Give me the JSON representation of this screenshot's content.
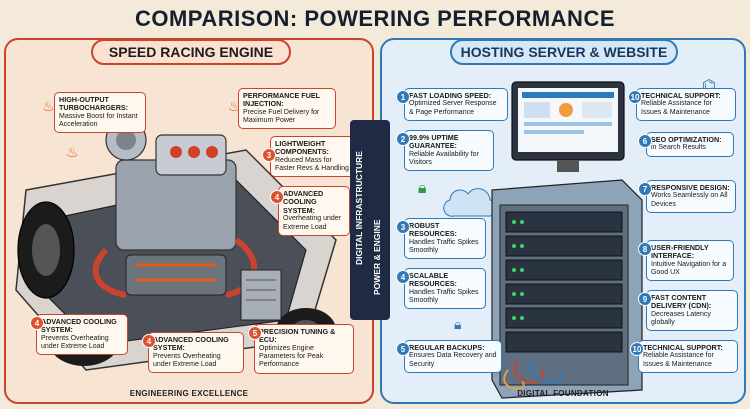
{
  "title": "COMPARISON: POWERING PERFORMANCE",
  "left": {
    "header": "SPEED RACING ENGINE",
    "footer": "ENGINEERING EXCELLENCE",
    "callouts": [
      {
        "badge": "",
        "title": "HIGH-OUTPUT TURBOCHARGERS:",
        "desc": "Massive Boost for Instant Acceleration"
      },
      {
        "badge": "",
        "title": "PERFORMANCE FUEL INJECTION:",
        "desc": "Precise Fuel Delivery for Maximum Power"
      },
      {
        "badge": "3",
        "title": "LIGHTWEIGHT COMPONENTS:",
        "desc": "Reduced Mass for Faster Revs & Handling"
      },
      {
        "badge": "4",
        "title": "ADVANCED COOLING SYSTEM:",
        "desc": "Overheating under Extreme Load"
      },
      {
        "badge": "4",
        "title": "ADVANCED COOLING SYSTEM:",
        "desc": "Prevents Overheating under Extreme Load"
      },
      {
        "badge": "4",
        "title": "ADVANCED COOLING SYSTEM:",
        "desc": "Prevents Overheating under Extreme Load"
      },
      {
        "badge": "5",
        "title": "PRECISION TUNING & ECU:",
        "desc": "Optimizes Engine Parameters for Peak Performance"
      }
    ]
  },
  "divider": {
    "text1": "DIGITAL INFRASTRUCTURE",
    "text2": "POWER & ENGINE"
  },
  "right": {
    "header": "HOSTING SERVER & WEBSITE",
    "footer": "DIGITAL FOUNDATION",
    "callouts": [
      {
        "badge": "1",
        "title": "FAST LOADING SPEED:",
        "desc": "Optimized Server Response & Page Performance"
      },
      {
        "badge": "2",
        "title": "99.9% UPTIME GUARANTEE:",
        "desc": "Reliable Availability for Visitors"
      },
      {
        "badge": "3",
        "title": "ROBUST RESOURCES:",
        "desc": "Handles Traffic Spikes Smoothly"
      },
      {
        "badge": "4",
        "title": "SCALABLE RESOURCES:",
        "desc": "Handles Traffic Spikes Smoothly"
      },
      {
        "badge": "5",
        "title": "REGULAR BACKUPS:",
        "desc": "Ensures Data Recovery and Security"
      },
      {
        "badge": "10",
        "title": "TECHNICAL SUPPORT:",
        "desc": "Reliable Assistance for Issues & Maintenance"
      },
      {
        "badge": "6",
        "title": "SEO OPTIMIZATION:",
        "desc": "in Search Results"
      },
      {
        "badge": "7",
        "title": "RESPONSIVE DESIGN:",
        "desc": "Works Seamlessly on All Devices"
      },
      {
        "badge": "8",
        "title": "USER-FRIENDLY INTERFACE:",
        "desc": "Intuitive Navigation for a Good UX"
      },
      {
        "badge": "9",
        "title": "FAST CONTENT DELIVERY (CDN):",
        "desc": "Decreases Latency globally"
      },
      {
        "badge": "10",
        "title": "TECHNICAL SUPPORT:",
        "desc": "Reliable Assistance for Issues & Maintenance"
      }
    ]
  },
  "colors": {
    "left_accent": "#c9432e",
    "right_accent": "#2f79b8",
    "divider": "#1f2a44"
  }
}
